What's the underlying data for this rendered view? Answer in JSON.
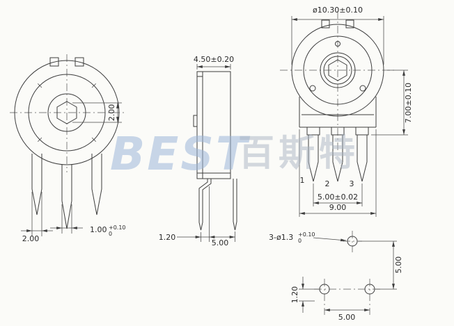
{
  "watermark": {
    "brand": "BEST",
    "brand_cjk": "百斯特"
  },
  "front_left_view": {
    "hex_dim": "2.00",
    "pin_width_dim": "2.00",
    "mid_pin_dim": "1.00",
    "mid_pin_tol_upper": "+0.10",
    "mid_pin_tol_lower": "0"
  },
  "side_view": {
    "body_width_dim": "4.50±0.20",
    "pin_offset_dim": "1.20",
    "pin_span_dim": "5.00"
  },
  "front_right_view": {
    "diameter_dim": "ø10.30±0.10",
    "height_dim": "7.00±0.10",
    "pin_numbers": [
      "1",
      "2",
      "3"
    ],
    "pin_pitch_dim": "5.00±0.02",
    "body_width_dim": "9.00"
  },
  "footprint_view": {
    "hole_callout": "3-ø1.3",
    "hole_tol_upper": "+0.10",
    "hole_tol_lower": "0",
    "row_spacing_dim": "5.00",
    "offset_dim": "1.20",
    "hole_spacing_dim": "5.00"
  }
}
